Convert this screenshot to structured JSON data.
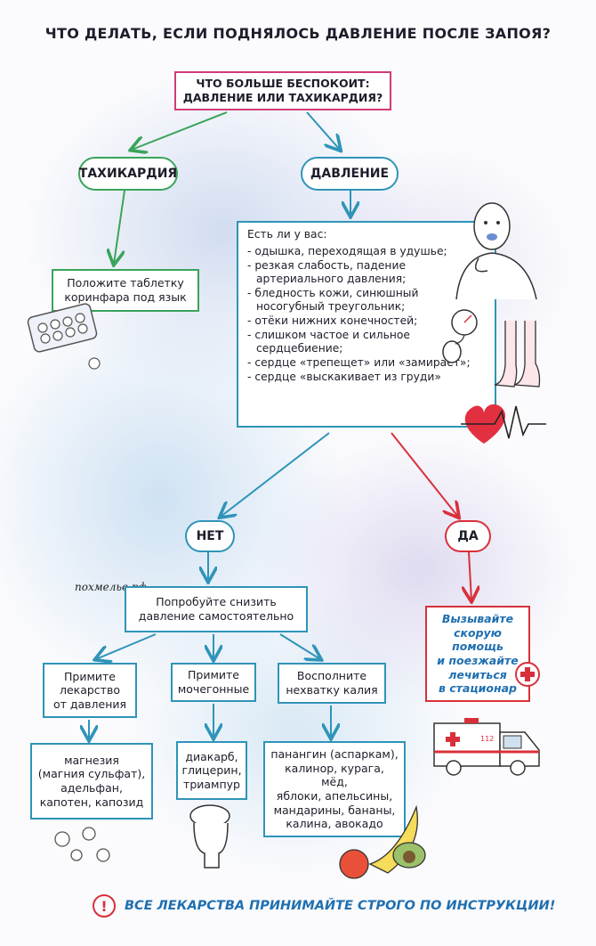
{
  "title": "ЧТО ДЕЛАТЬ, ЕСЛИ ПОДНЯЛОСЬ ДАВЛЕНИЕ ПОСЛЕ ЗАПОЯ?",
  "question": [
    "ЧТО БОЛЬШЕ БЕСПОКОИТ:",
    "ДАВЛЕНИЕ ИЛИ ТАХИКАРДИЯ?"
  ],
  "branch_tachy": "ТАХИКАРДИЯ",
  "branch_pressure": "ДАВЛЕНИЕ",
  "tachy_action": [
    "Положите таблетку",
    "коринфара под язык"
  ],
  "symptoms": {
    "heading": "Есть ли у вас:",
    "items": [
      "одышка, переходящая в удушье;",
      "резкая слабость, падение артериального давления;",
      "бледность кожи, синюшный носогубный треугольник;",
      "отёки нижних конечностей;",
      "слишком частое и сильное сердцебиение;",
      "сердце «трепещет» или «замирает»;",
      "сердце «выскакивает из груди»"
    ]
  },
  "answer_no": "НЕТ",
  "answer_yes": "ДА",
  "brand": "похмелье.рф",
  "lower_pressure": [
    "Попробуйте снизить",
    "давление самостоятельно"
  ],
  "yes_action": [
    "Вызывайте",
    "скорую помощь",
    "и поезжайте",
    "лечиться",
    "в стационар"
  ],
  "options": [
    {
      "label": [
        "Примите",
        "лекарство",
        "от давления"
      ],
      "detail": [
        "магнезия",
        "(магния сульфат),",
        "адельфан,",
        "капотен, капозид"
      ]
    },
    {
      "label": [
        "Примите",
        "мочегонные"
      ],
      "detail": [
        "диакарб,",
        "глицерин,",
        "триампур"
      ]
    },
    {
      "label": [
        "Восполните",
        "нехватку калия"
      ],
      "detail": [
        "панангин (аспаркам),",
        "калинор, курага, мёд,",
        "яблоки, апельсины,",
        "мандарины, бананы,",
        "калина, авокадо"
      ]
    }
  ],
  "warning": "ВСЕ ЛЕКАРСТВА ПРИНИМАЙТЕ СТРОГО ПО ИНСТРУКЦИИ!",
  "ambulance_number": "112",
  "colors": {
    "green": "#3aa45a",
    "teal": "#2f94b8",
    "pink": "#d23a7a",
    "red": "#d8303a",
    "blue_text": "#1f6fb0"
  },
  "icons": [
    "pill-blister-icon",
    "person-choking-icon",
    "tonometer-icon",
    "swollen-feet-icon",
    "heart-pulse-icon",
    "toilet-icon",
    "fruit-icon",
    "ambulance-icon",
    "medical-cross-icon",
    "exclamation-icon"
  ]
}
